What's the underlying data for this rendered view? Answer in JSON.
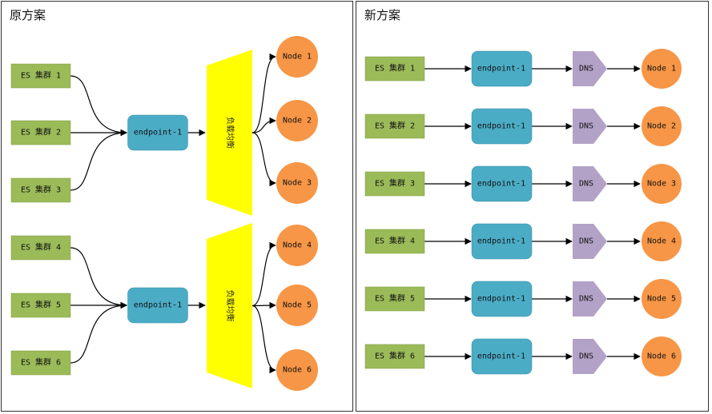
{
  "panels": {
    "left_title": "原方案",
    "right_title": "新方案"
  },
  "left": {
    "groups": [
      {
        "clusters": [
          "ES 集群 1",
          "ES 集群 2",
          "ES 集群 3"
        ],
        "endpoint": "endpoint-1",
        "load_balancer": "负载均衡",
        "nodes": [
          "Node 1",
          "Node 2",
          "Node 3"
        ]
      },
      {
        "clusters": [
          "ES 集群 4",
          "ES 集群 5",
          "ES 集群 6"
        ],
        "endpoint": "endpoint-1",
        "load_balancer": "负载均衡",
        "nodes": [
          "Node 4",
          "Node 5",
          "Node 6"
        ]
      }
    ]
  },
  "right": {
    "rows": [
      {
        "cluster": "ES 集群 1",
        "endpoint": "endpoint-1",
        "dns": "DNS",
        "node": "Node 1"
      },
      {
        "cluster": "ES 集群 2",
        "endpoint": "endpoint-1",
        "dns": "DNS",
        "node": "Node 2"
      },
      {
        "cluster": "ES 集群 3",
        "endpoint": "endpoint-1",
        "dns": "DNS",
        "node": "Node 3"
      },
      {
        "cluster": "ES 集群 4",
        "endpoint": "endpoint-1",
        "dns": "DNS",
        "node": "Node 4"
      },
      {
        "cluster": "ES 集群 5",
        "endpoint": "endpoint-1",
        "dns": "DNS",
        "node": "Node 5"
      },
      {
        "cluster": "ES 集群 6",
        "endpoint": "endpoint-1",
        "dns": "DNS",
        "node": "Node 6"
      }
    ]
  },
  "colors": {
    "cluster_fill": "#9bbb59",
    "cluster_stroke": "#7a9a3c",
    "endpoint_fill": "#4bacc6",
    "endpoint_stroke": "#3b8ea6",
    "lb_fill": "#ffff00",
    "dns_fill": "#b3a2c7",
    "node_fill": "#f79646",
    "edge": "#000000"
  }
}
